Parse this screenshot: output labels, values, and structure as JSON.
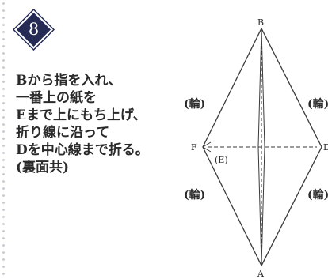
{
  "step": {
    "number": "8"
  },
  "instructions": {
    "lines": [
      "Bから指を入れ、",
      "一番上の紙を",
      "Eまで上にもち上げ、",
      "折り線に沿って",
      "Dを中心線まで折る。",
      "(裏面共)"
    ]
  },
  "diagram": {
    "point_b": "B",
    "point_a": "A",
    "point_f": "F",
    "point_d": "D",
    "point_e": "(E)",
    "wa_upper_left": "(輪)",
    "wa_upper_right": "(輪)",
    "wa_lower_left": "(輪)",
    "wa_lower_right": "(輪)"
  },
  "colors": {
    "badge_fill": "#252b54",
    "line": "#3a3a3a",
    "border_dots": "#c9ced8"
  }
}
